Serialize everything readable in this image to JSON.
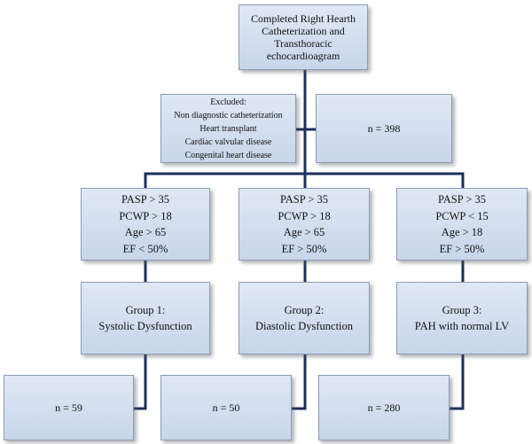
{
  "start": {
    "lines": [
      "Completed Right Hearth",
      "Catheterization and",
      "Transthoracic",
      "echocardioagram"
    ]
  },
  "excluded": {
    "lines": [
      "Excluded:",
      "Non diagnostic catheterization",
      "Heart transplant",
      "Cardiac valvular disease",
      "Congenital heart disease"
    ]
  },
  "remaining": {
    "label": "n = 398"
  },
  "criteria": [
    {
      "lines": [
        "PASP > 35",
        "PCWP > 18",
        "Age > 65",
        "EF < 50%"
      ]
    },
    {
      "lines": [
        "PASP > 35",
        "PCWP > 18",
        "Age > 65",
        "EF > 50%"
      ]
    },
    {
      "lines": [
        "PASP > 35",
        "PCWP < 15",
        "Age > 18",
        "EF > 50%"
      ]
    }
  ],
  "groups": [
    {
      "lines": [
        "Group 1:",
        "Systolic Dysfunction"
      ]
    },
    {
      "lines": [
        "Group 2:",
        "Diastolic Dysfunction"
      ]
    },
    {
      "lines": [
        "Group 3:",
        "PAH with normal LV"
      ]
    }
  ],
  "counts": [
    {
      "label": "n = 59"
    },
    {
      "label": "n = 50"
    },
    {
      "label": "n = 280"
    }
  ]
}
